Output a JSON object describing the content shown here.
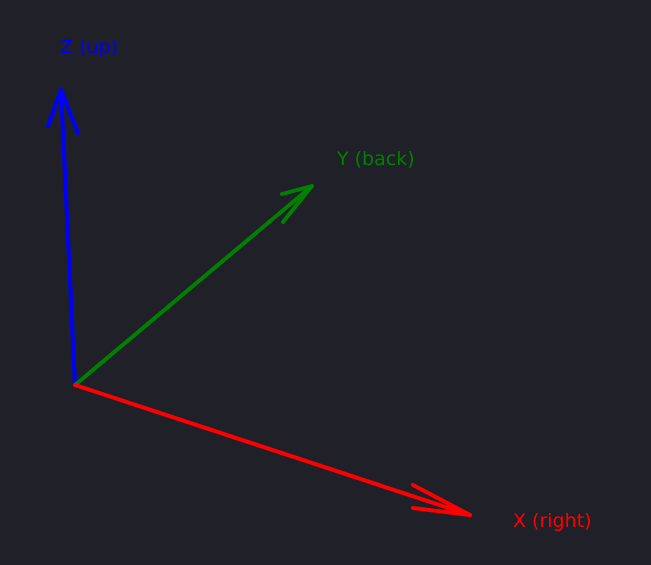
{
  "axes": {
    "x": {
      "label": "X (right)",
      "color": "#ff0000"
    },
    "y": {
      "label": "Y (back)",
      "color": "#008000"
    },
    "z": {
      "label": "Z (up)",
      "color": "#0000ff"
    }
  }
}
